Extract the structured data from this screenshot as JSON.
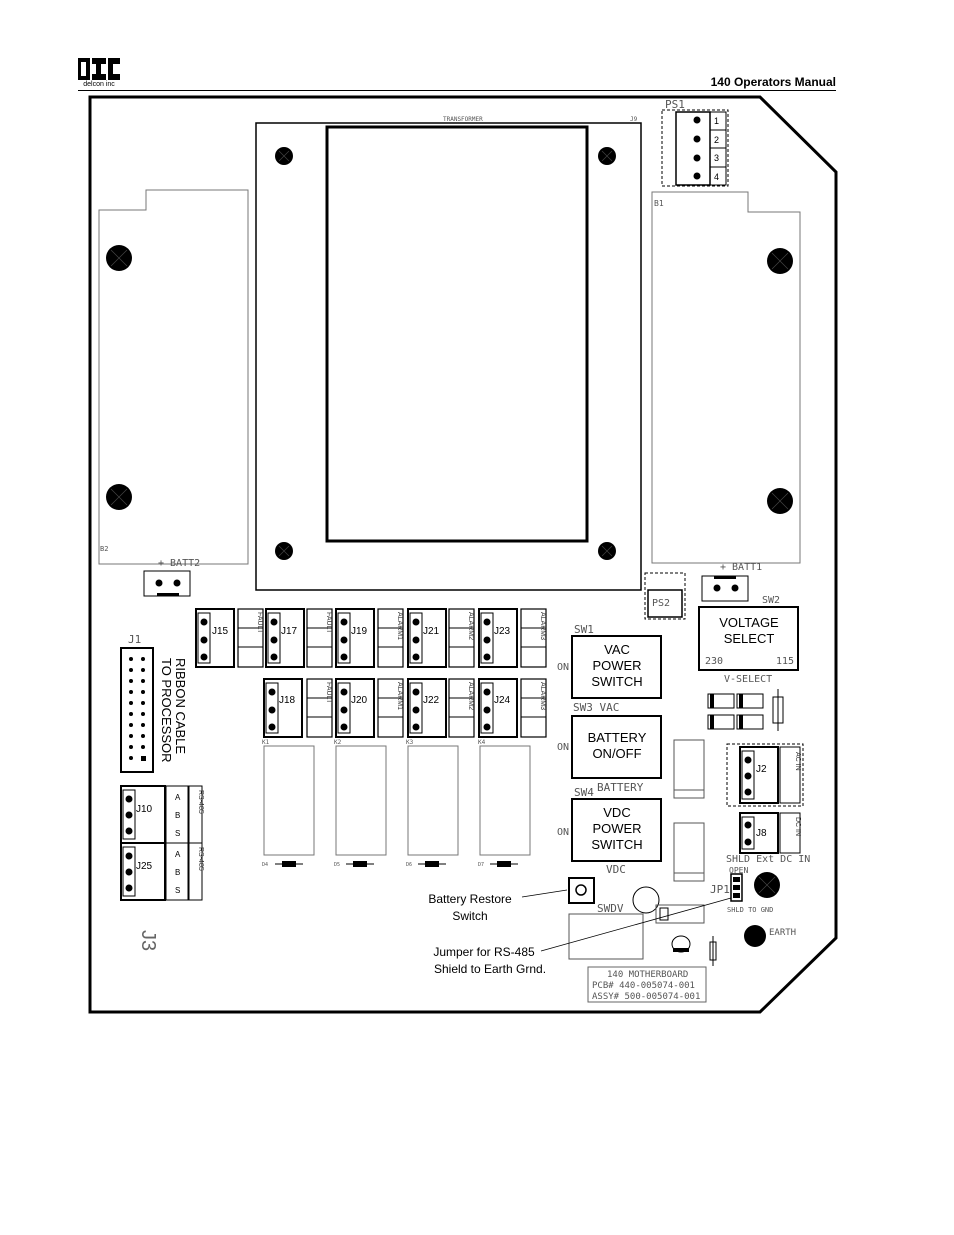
{
  "header": {
    "logo_text": "delcon inc",
    "title": "140 Operators Manual"
  },
  "board": {
    "transformer": {
      "label": "TRANSFORMER",
      "ref": "J9"
    },
    "ps1": {
      "label": "PS1",
      "pins": [
        "1",
        "2",
        "3",
        "4"
      ]
    },
    "b1": "B1",
    "b2": "B2",
    "batt2": "+ BATT2",
    "batt1": "+ BATT1",
    "ps2": "PS2",
    "sw2": "SW2",
    "voltage_select": {
      "line1": "VOLTAGE",
      "line2": "SELECT",
      "left": "230",
      "right": "115",
      "below": "V-SELECT"
    },
    "j1": "J1",
    "ribbon": {
      "line1": "RIBBON CABLE",
      "line2": "TO PROCESSOR"
    },
    "relays_row1": [
      {
        "ref": "J15",
        "side": "FAULT"
      },
      {
        "ref": "J17",
        "side": "FAULT"
      },
      {
        "ref": "J19",
        "side": "ALARM1"
      },
      {
        "ref": "J21",
        "side": "ALARM2"
      },
      {
        "ref": "J23",
        "side": "ALARM3"
      }
    ],
    "relays_row2": [
      {
        "ref": "J18",
        "side": "FAULT"
      },
      {
        "ref": "J20",
        "side": "ALARM1"
      },
      {
        "ref": "J22",
        "side": "ALARM2"
      },
      {
        "ref": "J24",
        "side": "ALARM3"
      }
    ],
    "relay_refs": [
      "K1",
      "K2",
      "K3",
      "K4"
    ],
    "diode_refs": [
      "D4",
      "D5",
      "D6",
      "D7"
    ],
    "sw1": {
      "ref": "SW1",
      "on": "ON",
      "line1": "VAC",
      "line2": "POWER",
      "line3": "SWITCH",
      "below": "SW3  VAC"
    },
    "sw3": {
      "on": "ON",
      "line1": "BATTERY",
      "line2": "ON/OFF",
      "below": "BATTERY"
    },
    "sw4": {
      "ref": "SW4",
      "on": "ON",
      "line1": "VDC",
      "line2": "POWER",
      "line3": "SWITCH",
      "below": "VDC"
    },
    "j2": {
      "ref": "J2",
      "side": "AC IN"
    },
    "j8": {
      "ref": "J8",
      "side": "DC IN",
      "below": "SHLD  Ext DC IN"
    },
    "j10": {
      "ref": "J10",
      "pins": [
        "A",
        "B",
        "S"
      ],
      "side": "RS-485"
    },
    "j25": {
      "ref": "J25",
      "pins": [
        "A",
        "B",
        "S"
      ],
      "side": "RS-485"
    },
    "j3": "J3",
    "jp1": {
      "ref": "JP1",
      "top": "OPEN",
      "bottom": "SHLD TO GND"
    },
    "swdv": "SWDV",
    "earth": "EARTH",
    "callouts": {
      "battery_restore_1": "Battery Restore",
      "battery_restore_2": "Switch",
      "jumper_1": "Jumper for RS-485",
      "jumper_2": "Shield to Earth Grnd."
    },
    "motherboard": {
      "line1": "140 MOTHERBOARD",
      "line2": "PCB# 440-005074-001",
      "line3": "ASSY# 500-005074-001"
    }
  }
}
